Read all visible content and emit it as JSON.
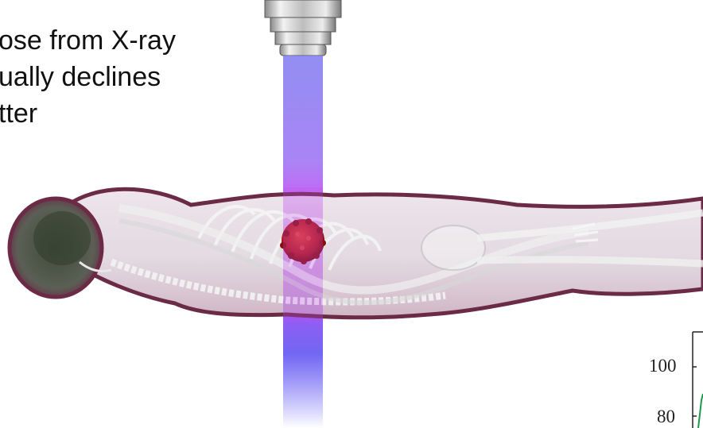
{
  "slide": {
    "lines": [
      "ose from X-ray",
      "ually declines",
      "tter"
    ],
    "title_fragment": ""
  },
  "figure": {
    "beam_colors": [
      "#7f7af0",
      "#cf4ff5",
      "#6a5ef2",
      "#4d43f5"
    ],
    "tumor_color": "#b01818",
    "body_outline_color": "#6b2a46",
    "icons": [
      "xray-source-icon",
      "human-body-skeleton-icon",
      "tumor-icon"
    ]
  },
  "chart_fragment": {
    "tick_labels": [
      "100",
      "80"
    ]
  }
}
